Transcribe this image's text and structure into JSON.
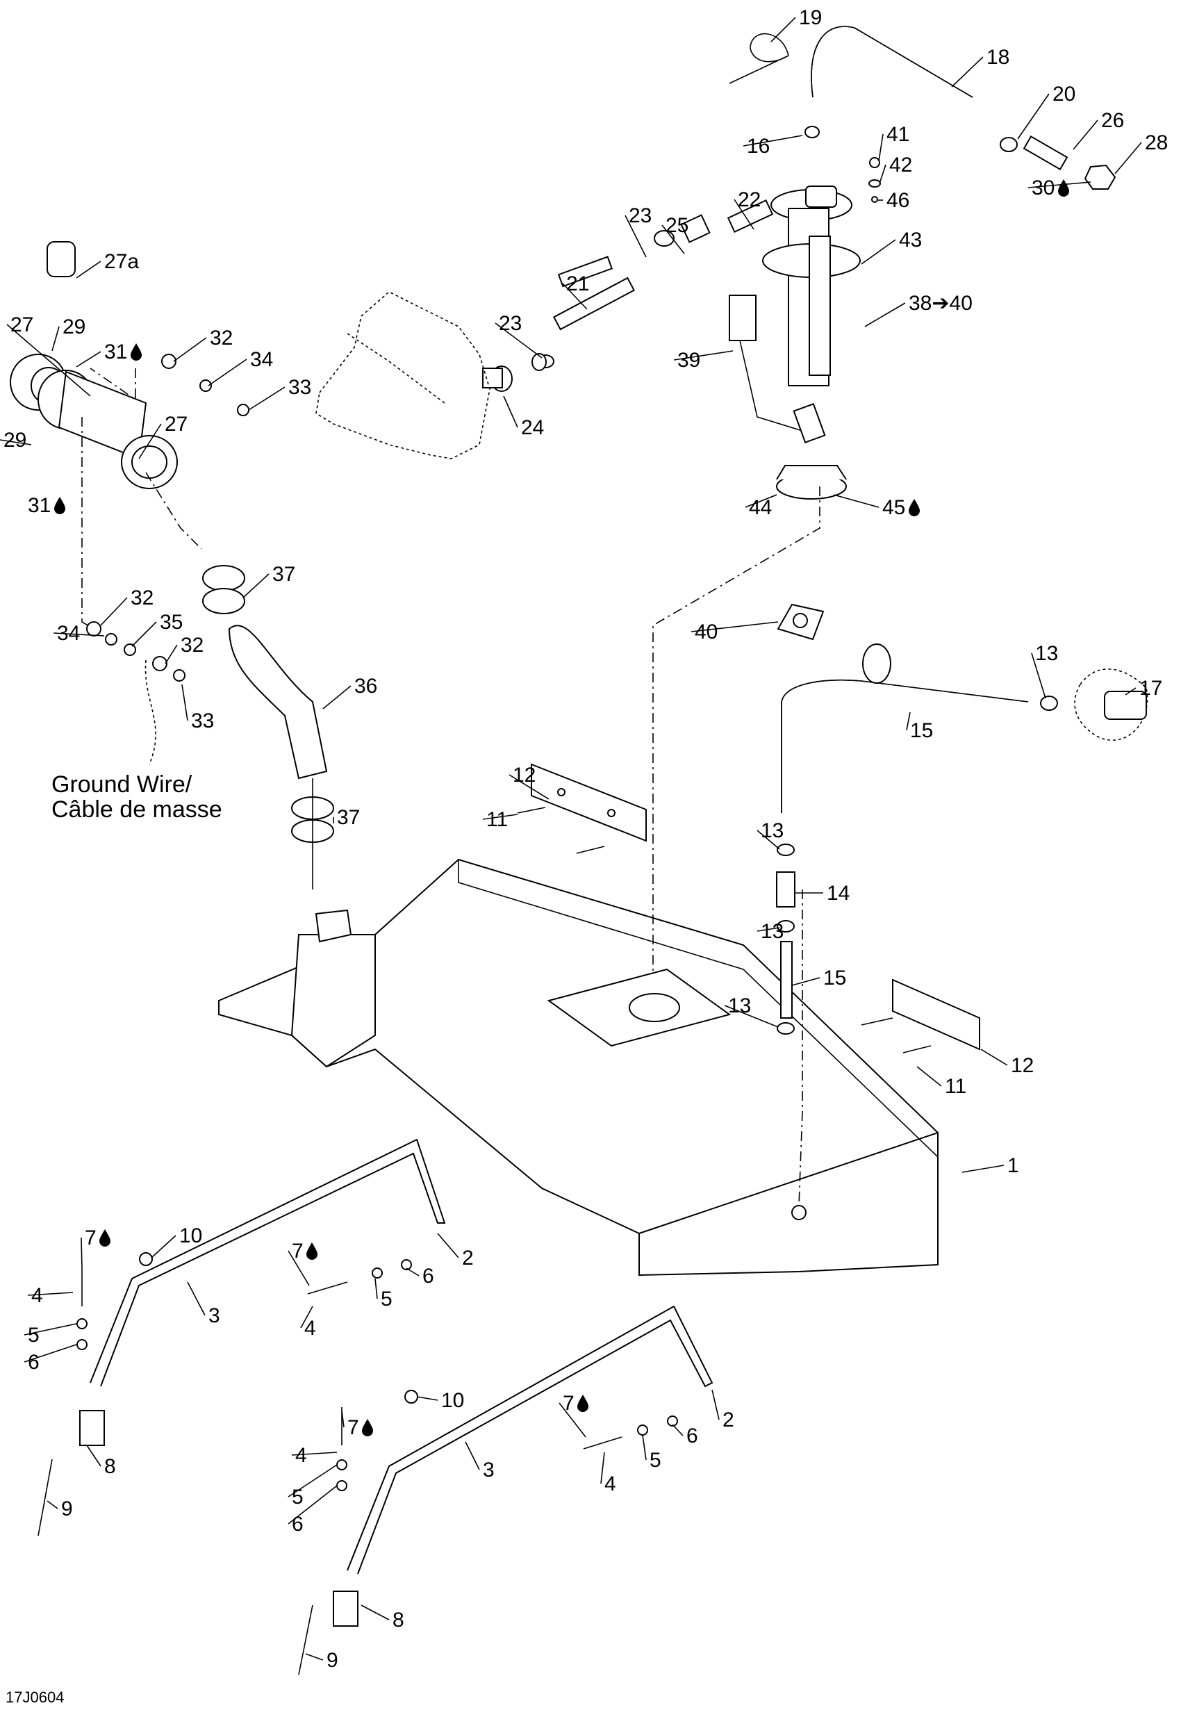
{
  "diagram": {
    "reference_code": "17J0604",
    "note": {
      "line1": "Ground Wire/",
      "line2": "Câble de masse"
    },
    "drop_icon": "liquid-drop-icon",
    "callouts": [
      {
        "id": "c19",
        "text": "19"
      },
      {
        "id": "c18",
        "text": "18"
      },
      {
        "id": "c20",
        "text": "20"
      },
      {
        "id": "c16",
        "text": "16"
      },
      {
        "id": "c41",
        "text": "41"
      },
      {
        "id": "c26",
        "text": "26"
      },
      {
        "id": "c28",
        "text": "28"
      },
      {
        "id": "c42",
        "text": "42"
      },
      {
        "id": "c30",
        "text": "30",
        "drop": true
      },
      {
        "id": "c22",
        "text": "22"
      },
      {
        "id": "c46",
        "text": "46"
      },
      {
        "id": "c23a",
        "text": "23"
      },
      {
        "id": "c25",
        "text": "25"
      },
      {
        "id": "c43",
        "text": "43"
      },
      {
        "id": "c27a",
        "text": "27a"
      },
      {
        "id": "c21",
        "text": "21"
      },
      {
        "id": "c3840",
        "text": "38➔40"
      },
      {
        "id": "c27",
        "text": "27"
      },
      {
        "id": "c29a",
        "text": "29"
      },
      {
        "id": "c31a",
        "text": "31",
        "drop": true
      },
      {
        "id": "c32a",
        "text": "32"
      },
      {
        "id": "c23b",
        "text": "23"
      },
      {
        "id": "c39",
        "text": "39"
      },
      {
        "id": "c34a",
        "text": "34"
      },
      {
        "id": "c33a",
        "text": "33"
      },
      {
        "id": "c24",
        "text": "24"
      },
      {
        "id": "c27b",
        "text": "27"
      },
      {
        "id": "c29b",
        "text": "29"
      },
      {
        "id": "c31b",
        "text": "31",
        "drop": true
      },
      {
        "id": "c44",
        "text": "44"
      },
      {
        "id": "c45",
        "text": "45",
        "drop": true
      },
      {
        "id": "c37a",
        "text": "37"
      },
      {
        "id": "c32b",
        "text": "32"
      },
      {
        "id": "c35",
        "text": "35"
      },
      {
        "id": "c34b",
        "text": "34"
      },
      {
        "id": "c32c",
        "text": "32"
      },
      {
        "id": "c33b",
        "text": "33"
      },
      {
        "id": "c40",
        "text": "40"
      },
      {
        "id": "c13a",
        "text": "13"
      },
      {
        "id": "c17",
        "text": "17"
      },
      {
        "id": "c36",
        "text": "36"
      },
      {
        "id": "c15a",
        "text": "15"
      },
      {
        "id": "c12a",
        "text": "12"
      },
      {
        "id": "c11a",
        "text": "11"
      },
      {
        "id": "c37b",
        "text": "37"
      },
      {
        "id": "c13b",
        "text": "13"
      },
      {
        "id": "c14",
        "text": "14"
      },
      {
        "id": "c13c",
        "text": "13"
      },
      {
        "id": "c15b",
        "text": "15"
      },
      {
        "id": "c13d",
        "text": "13"
      },
      {
        "id": "c12b",
        "text": "12"
      },
      {
        "id": "c11b",
        "text": "11"
      },
      {
        "id": "c1",
        "text": "1"
      },
      {
        "id": "c10a",
        "text": "10"
      },
      {
        "id": "c7a",
        "text": "7",
        "drop": true
      },
      {
        "id": "c2a",
        "text": "2"
      },
      {
        "id": "c7b",
        "text": "7",
        "drop": true
      },
      {
        "id": "c6a",
        "text": "6"
      },
      {
        "id": "c4a",
        "text": "4"
      },
      {
        "id": "c5a",
        "text": "5"
      },
      {
        "id": "c3a",
        "text": "3"
      },
      {
        "id": "c4b",
        "text": "4"
      },
      {
        "id": "c5b",
        "text": "5"
      },
      {
        "id": "c6b",
        "text": "6"
      },
      {
        "id": "c7c",
        "text": "7",
        "drop": true
      },
      {
        "id": "c10b",
        "text": "10"
      },
      {
        "id": "c7d",
        "text": "7",
        "drop": true
      },
      {
        "id": "c2b",
        "text": "2"
      },
      {
        "id": "c8a",
        "text": "8"
      },
      {
        "id": "c4c",
        "text": "4"
      },
      {
        "id": "c6c",
        "text": "6"
      },
      {
        "id": "c5c",
        "text": "5"
      },
      {
        "id": "c3b",
        "text": "3"
      },
      {
        "id": "c5d",
        "text": "5"
      },
      {
        "id": "c4d",
        "text": "4"
      },
      {
        "id": "c6d",
        "text": "6"
      },
      {
        "id": "c9a",
        "text": "9"
      },
      {
        "id": "c8b",
        "text": "8"
      },
      {
        "id": "c9b",
        "text": "9"
      }
    ]
  }
}
